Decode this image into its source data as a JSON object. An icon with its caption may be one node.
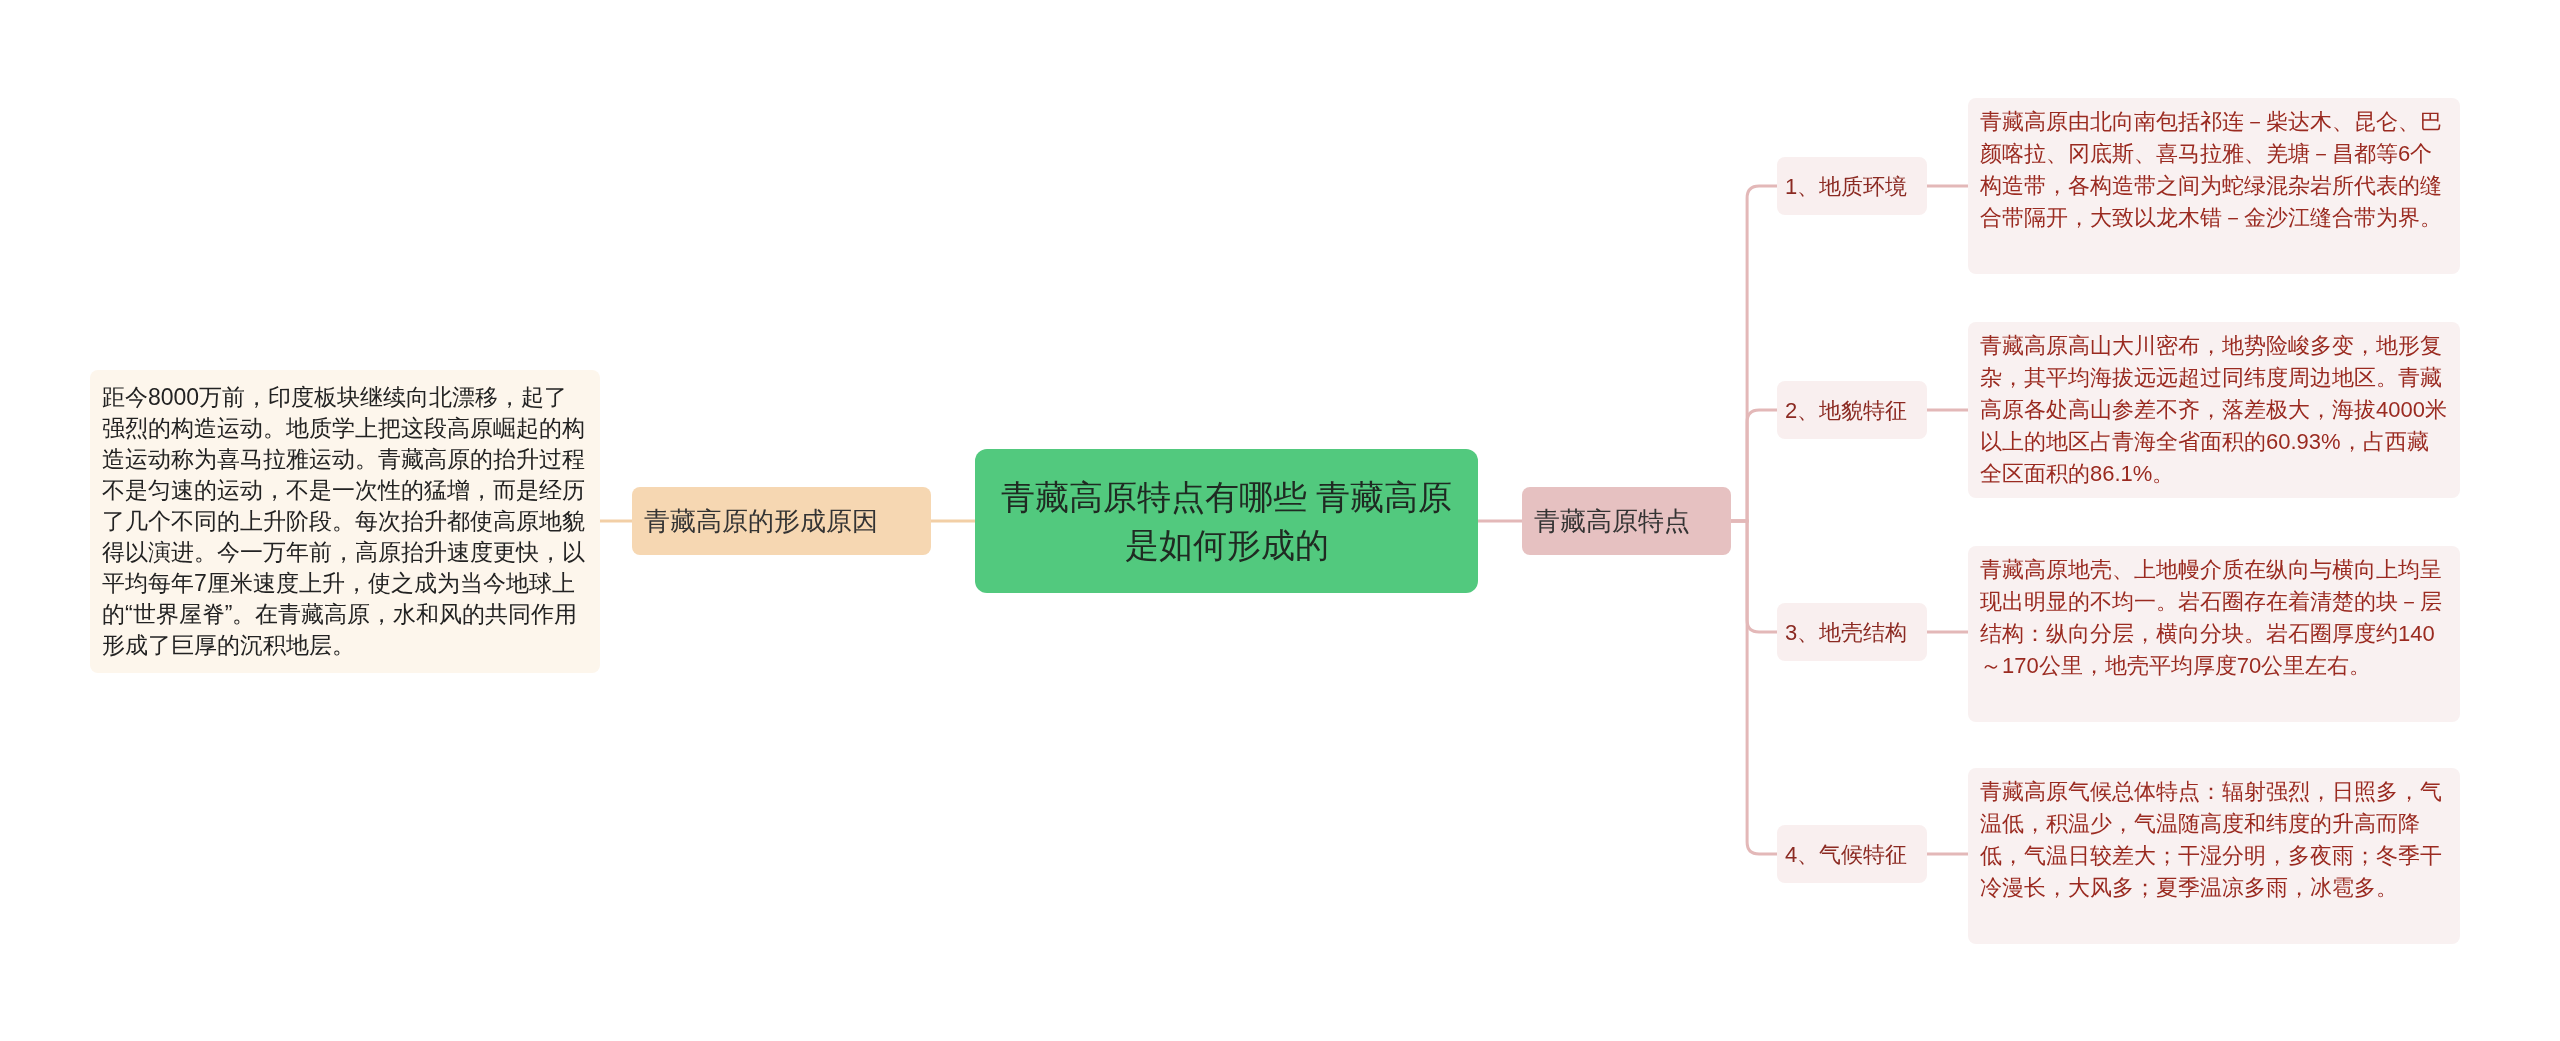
{
  "diagram": {
    "nodes": [
      {
        "text": [
          "青藏高原特点有哪些 青藏高原是如何形成的"
        ]
      },
      {
        "text": [
          "青藏高原的形成原因"
        ]
      },
      {
        "text": [
          "距今8000万前，印度板块继续向北漂移，起了强烈的构造运动。地质学上把这段高原崛起的构造运动称为喜马拉雅运动。青藏高原的抬升过程不是匀速的运动，不是一次性的猛增，而是经历了几个不同的上升阶段。每次抬升都使高原地貌得以演进。今一万年前，高原抬升速度更快，以平均每年7厘米速度上升，使之成为当今地球上的“世界屋脊”。在青藏高原，水和风的共同作用形成了巨厚的沉积地层。"
        ]
      },
      {
        "text": [
          "青藏高原特点"
        ]
      },
      {
        "text": [
          "1、地质环境"
        ]
      },
      {
        "text": [
          "青藏高原由北向南包括祁连－柴达木、昆仑、巴颜喀拉、冈底斯、喜马拉雅、羌塘－昌都等6个构造带，各构造带之间为蛇绿混杂岩所代表的缝合带隔开，大致以龙木错－金沙江缝合带为界。"
        ]
      },
      {
        "text": [
          "2、地貌特征"
        ]
      },
      {
        "text": [
          "青藏高原高山大川密布，地势险峻多变，地形复杂，其平均海拔远远超过同纬度周边地区。青藏高原各处高山参差不齐，落差极大，海拔4000米以上的地区占青海全省面积的60.93%，占西藏全区面积的86.1%。"
        ]
      },
      {
        "text": [
          "3、地壳结构"
        ]
      },
      {
        "text": [
          "青藏高原地壳、上地幔介质在纵向与横向上均呈现出明显的不均一。岩石圈存在着清楚的块－层结构：纵向分层，横向分块。岩石圈厚度约140～170公里，地壳平均厚度70公里左右。"
        ]
      },
      {
        "text": [
          "4、气候特征"
        ]
      },
      {
        "text": [
          "青藏高原气候总体特点：辐射强烈，日照多，气温低，积温少，气温随高度和纬度的升高而降低，气温日较差大；干湿分明，多夜雨；冬季干冷漫长，大风多；夏季温凉多雨，冰雹多。"
        ]
      }
    ],
    "edges": [
      {
        "from": 0,
        "to": 1,
        "arrow": "none",
        "color": "#f2cfa6"
      },
      {
        "from": 1,
        "to": 2,
        "arrow": "none",
        "color": "#f2cfa6"
      },
      {
        "from": 0,
        "to": 3,
        "arrow": "none"
      },
      {
        "from": 3,
        "to": 4,
        "arrow": "none"
      },
      {
        "from": 3,
        "to": 6,
        "arrow": "none"
      },
      {
        "from": 3,
        "to": 8,
        "arrow": "none"
      },
      {
        "from": 3,
        "to": 10,
        "arrow": "none"
      },
      {
        "from": 4,
        "to": 5,
        "arrow": "none"
      },
      {
        "from": 6,
        "to": 7,
        "arrow": "none"
      },
      {
        "from": 8,
        "to": 9,
        "arrow": "none"
      },
      {
        "from": 10,
        "to": 11,
        "arrow": "none"
      }
    ]
  }
}
